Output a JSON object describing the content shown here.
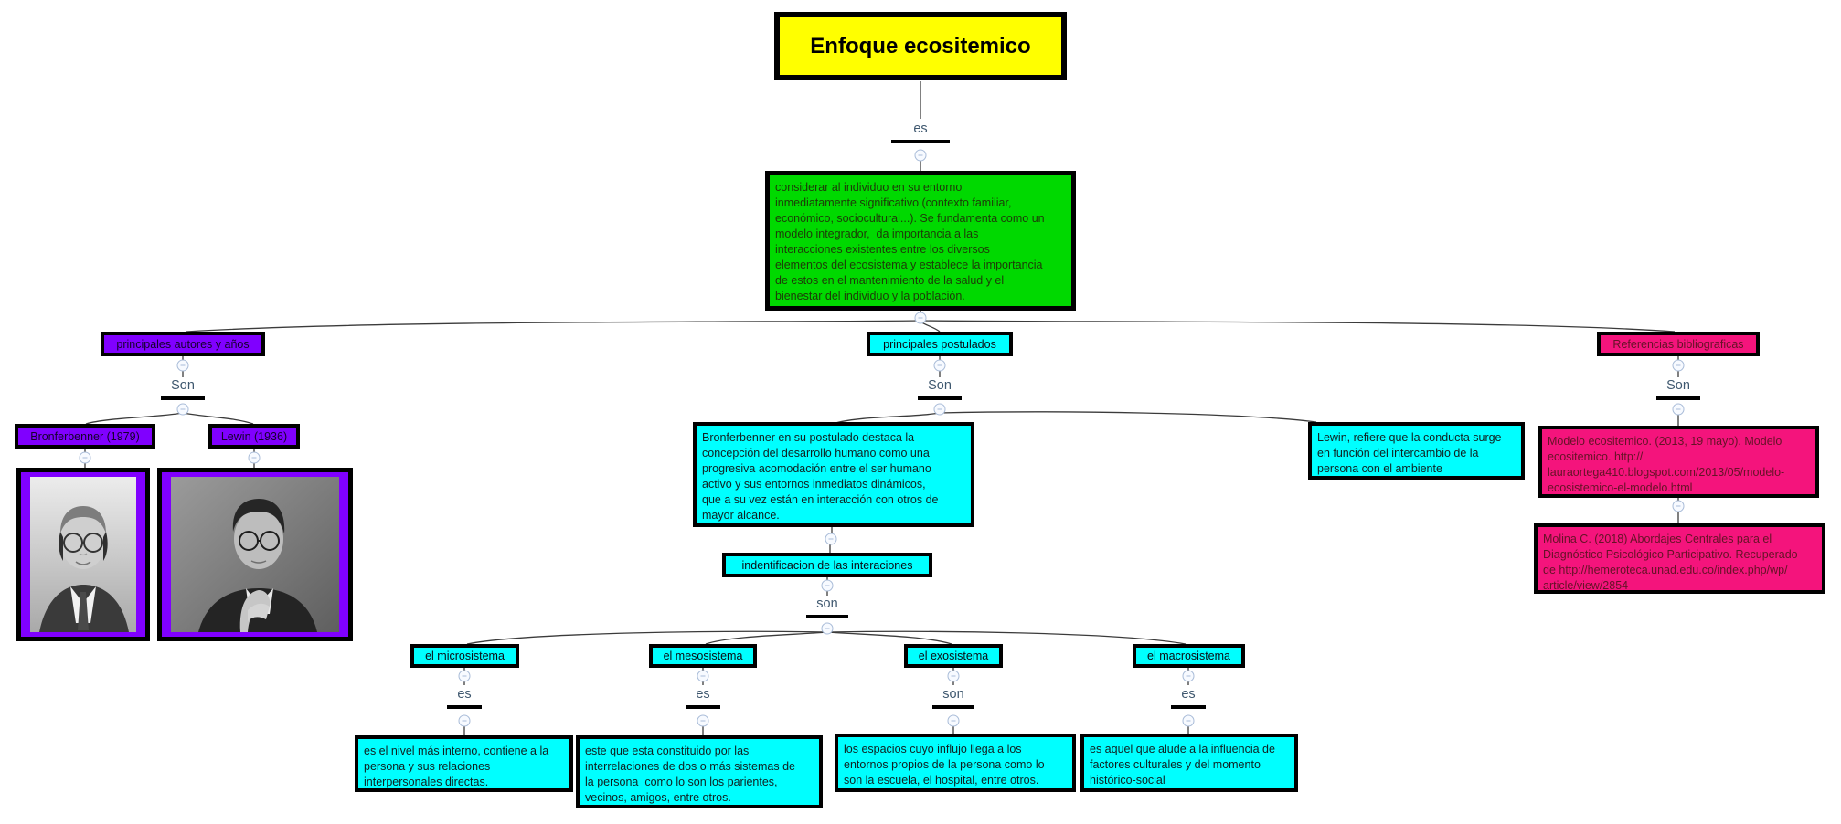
{
  "title": {
    "label": "Enfoque ecositemico"
  },
  "definition": {
    "text": "considerar al individuo en su entorno\ninmediatamente significativo (contexto familiar,\neconómico, sociocultural...). Se fundamenta como un\nmodelo integrador,  da importancia a las\ninteracciones existentes entre los diversos\nelementos del ecosistema y establece la importancia\nde estos en el mantenimiento de la salud y el\nbienestar del individuo y la población."
  },
  "branches": {
    "authors": {
      "label": "principales autores y años"
    },
    "postulates": {
      "label": "principales postulados"
    },
    "references": {
      "label": "Referencias bibliograficas"
    }
  },
  "authors": {
    "bronferbenner": {
      "label": "Bronferbenner (1979)"
    },
    "lewin": {
      "label": "Lewin (1936)"
    }
  },
  "postulates": {
    "bronferbenner": {
      "text": "Bronferbenner en su postulado destaca la\nconcepción del desarrollo humano como una\nprogresiva acomodación entre el ser humano\nactivo y sus entornos inmediatos dinámicos,\nque a su vez están en interacción con otros de\nmayor alcance."
    },
    "lewin": {
      "text": "Lewin, refiere que la conducta surge\nen función del intercambio de la\npersona con el ambiente"
    },
    "identification": {
      "label": "indentificacion de las interaciones"
    }
  },
  "systems": {
    "micro": {
      "label": "el microsistema",
      "definition": "es el nivel más interno, contiene a la\npersona y sus relaciones\ninterpersonales directas."
    },
    "meso": {
      "label": "el mesosistema",
      "definition": "este que esta constituido por las\ninterrelaciones de dos o más sistemas de\nla persona  como lo son los parientes,\nvecinos, amigos, entre otros."
    },
    "exo": {
      "label": "el exosistema",
      "definition": "los espacios cuyo influjo llega a los\nentornos propios de la persona como lo\nson la escuela, el hospital, entre otros."
    },
    "macro": {
      "label": "el macrosistema",
      "definition": "es aquel que alude a la influencia de\nfactores culturales y del momento\nhistórico-social"
    }
  },
  "references": {
    "ref1": {
      "text": "Modelo ecositemico. (2013, 19 mayo). Modelo\necositemico. http://\nlauraortega410.blogspot.com/2013/05/modelo-\necosistemico-el-modelo.html"
    },
    "ref2": {
      "text": "Molina C. (2018) Abordajes Centrales para el\nDiagnóstico Psicológico Participativo. Recuperado\nde http://hemeroteca.unad.edu.co/index.php/wp/\narticle/view/2854"
    }
  },
  "connectors": {
    "root_es": "es",
    "authors_son": "Son",
    "postulates_son": "Son",
    "references_son": "Son",
    "systems_son": "son",
    "micro_es": "es",
    "meso_es": "es",
    "exo_son": "son",
    "macro_es": "es"
  },
  "colors": {
    "title_bg": "#ffff00",
    "definition_bg": "#00d900",
    "concept_cyan": "#00ffff",
    "concept_purple": "#8000ff",
    "concept_pink": "#f4147c",
    "connector_label": "#3f586f"
  },
  "icons": {
    "collapse": "minus-circle"
  }
}
